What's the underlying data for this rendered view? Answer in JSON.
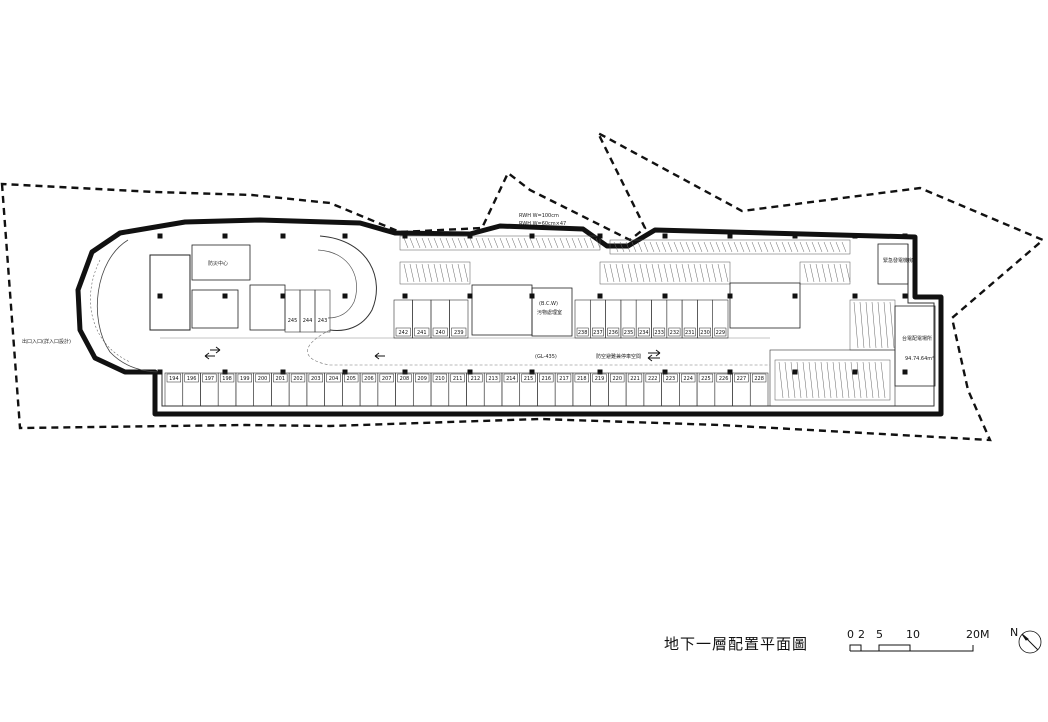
{
  "title": "地下一層配置平面圖",
  "scale": {
    "labels": [
      "0",
      "2",
      "5",
      "10",
      "20M"
    ]
  },
  "north": {
    "label": "N"
  },
  "notes": {
    "rwh_1": "RWH W=100cm",
    "rwh_2": "RWH W=60cm×47",
    "elevation": "(GL-435)",
    "left_entrance": "出口入口(詳入口設計)",
    "disaster_center": "防災中心",
    "central_room": "(B.C.W)",
    "central_room_sub": "污物處理室",
    "right_room": "緊急發電機房",
    "right_room_2": "台電配電場所",
    "right_area": "94.74.64m²",
    "corridor_note": "防空避難兼停車空間"
  },
  "stalls_bottom": [
    "194",
    "196",
    "197",
    "198",
    "199",
    "200",
    "201",
    "202",
    "203",
    "204",
    "205",
    "206",
    "207",
    "208",
    "209",
    "210",
    "211",
    "212",
    "213",
    "214",
    "215",
    "216",
    "217",
    "218",
    "219",
    "220",
    "221",
    "222",
    "223",
    "224",
    "225",
    "226",
    "227",
    "228"
  ],
  "stalls_middle": [
    "242",
    "241",
    "240",
    "239",
    "238",
    "237",
    "236",
    "235",
    "234",
    "233",
    "232",
    "231",
    "230",
    "229"
  ],
  "stalls_left": [
    "245",
    "244",
    "243"
  ]
}
